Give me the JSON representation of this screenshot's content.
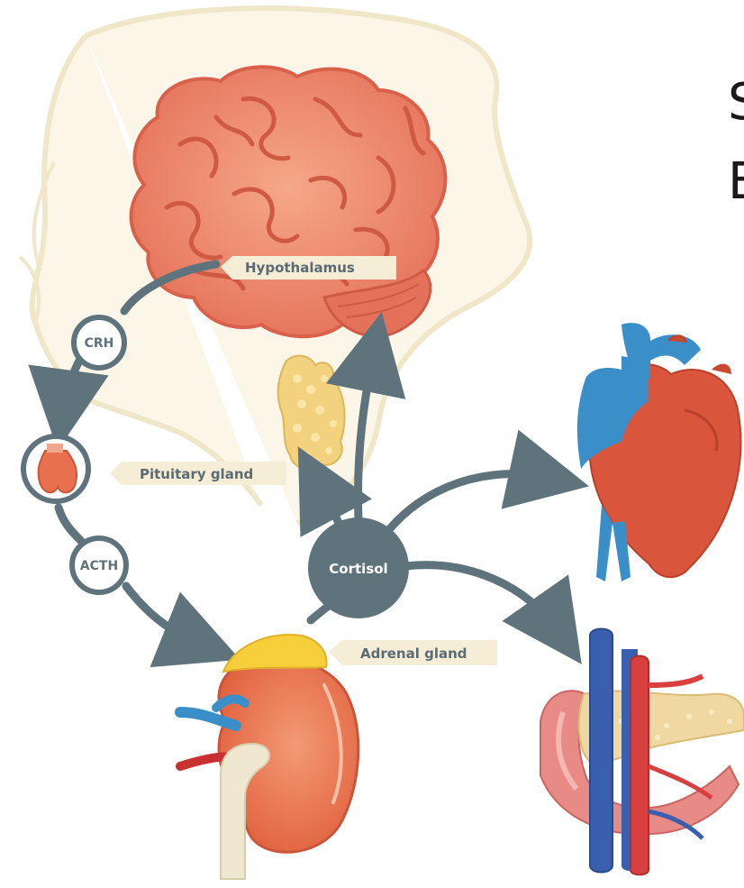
{
  "title_lines": [
    "S",
    "E"
  ],
  "labels": {
    "hypothalamus": "Hypothalamus",
    "pituitary": "Pituitary gland",
    "adrenal": "Adrenal gland"
  },
  "nodes": {
    "crh": "CRH",
    "acth": "ACTH",
    "cortisol": "Cortisol"
  },
  "colors": {
    "arrow": "#5f737c",
    "label_bg": "#f6edd6",
    "brain": "#ea7b62",
    "head_outline": "#f4ecd4",
    "heart_red": "#d9553c",
    "heart_blue": "#3b8fc8",
    "kidney": "#e8704f",
    "adrenal_cap": "#f7cf3a"
  }
}
